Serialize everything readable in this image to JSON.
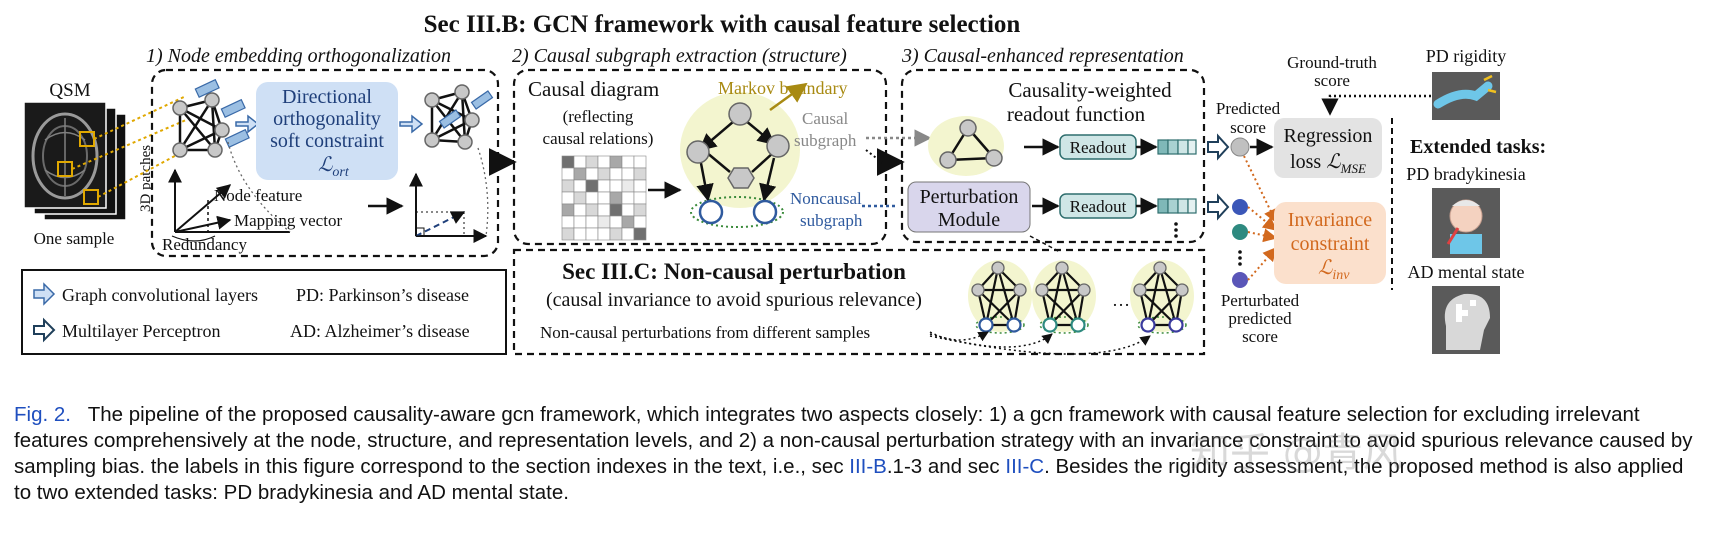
{
  "title": "Sec III.B: GCN framework with causal feature selection",
  "steps": {
    "s1": "1) Node embedding orthogonalization",
    "s2": "2) Causal subgraph extraction (structure)",
    "s3": "3) Causal-enhanced representation"
  },
  "input": {
    "qsm": "QSM",
    "patches": "3D patches",
    "one_sample": "One sample"
  },
  "panel1": {
    "box_l1": "Directional",
    "box_l2": "orthogonality",
    "box_l3": "soft constraint",
    "box_sym": "ℒ",
    "box_sub": "ort",
    "node_feature": "Node feature",
    "mapping_vector": "Mapping vector",
    "redundancy": "Redundancy"
  },
  "panel2": {
    "causal_diagram": "Causal diagram",
    "reflecting_l1": "(reflecting",
    "reflecting_l2": "causal relations)",
    "markov": "Markov boundary",
    "causal_sub_l1": "Causal",
    "causal_sub_l2": "subgraph",
    "noncausal_l1": "Noncausal",
    "noncausal_l2": "subgraph"
  },
  "panel3": {
    "title_l1": "Causality-weighted",
    "title_l2": "readout function",
    "perturb_l1": "Perturbation",
    "perturb_l2": "Module",
    "readout1": "Readout",
    "readout2": "Readout"
  },
  "right": {
    "predicted_l1": "Predicted",
    "predicted_l2": "score",
    "gt_l1": "Ground-truth",
    "gt_l2": "score",
    "pd_rigidity": "PD rigidity",
    "reg_l1": "Regression",
    "reg_l2": "loss ",
    "reg_sym": "ℒ",
    "reg_sub": "MSE",
    "inv_l1": "Invariance",
    "inv_l2": "constraint",
    "inv_sym": "ℒ",
    "inv_sub": "inv",
    "perturbed_l1": "Perturbated",
    "perturbed_l2": "predicted",
    "perturbed_l3": "score",
    "extended": "Extended tasks:",
    "pd_brady": "PD bradykinesia",
    "ad_mental": "AD mental state"
  },
  "legend": {
    "gcl": "Graph convolutional layers",
    "mlp": "Multilayer Perceptron",
    "pd": "PD: Parkinson’s disease",
    "ad": "AD: Alzheimer’s disease"
  },
  "bottom": {
    "title": "Sec III.C: Non-causal perturbation",
    "subtitle": "(causal invariance to avoid spurious relevance)",
    "note": "Non-causal perturbations from different samples",
    "dots": "…"
  },
  "caption": {
    "fig": "Fig. 2.",
    "t1": "The pipeline of the proposed causality-aware gcn framework, which integrates two aspects closely: 1) a gcn framework with causal feature selection for excluding irrelevant features comprehensively at the node, structure, and representation levels, and 2) a non-causal perturbation strategy with an invariance constraint to avoid spurious relevance caused by sampling bias. the labels in this figure correspond to the section indexes in the text, i.e., sec ",
    "ref1": "III-B",
    "t2": ".1-3 and sec ",
    "ref2": "III-C",
    "t3": ". Besides the rigidity assessment, the proposed method is also applied to two extended tasks: PD bradykinesia and AD mental state."
  },
  "watermark": "知乎 @青风",
  "colors": {
    "box_blue": "#cfe0f5",
    "perturb_purple": "#d9d6ec",
    "readout_teal": "#cfe6e6",
    "inv_orange": "#fbe0cc",
    "inv_text": "#d2691e",
    "markov_text": "#a88a12",
    "noncausal_text": "#2f5a9e",
    "highlight_yellow": "#f3f5cf",
    "ref_blue": "#1f4fbf"
  }
}
